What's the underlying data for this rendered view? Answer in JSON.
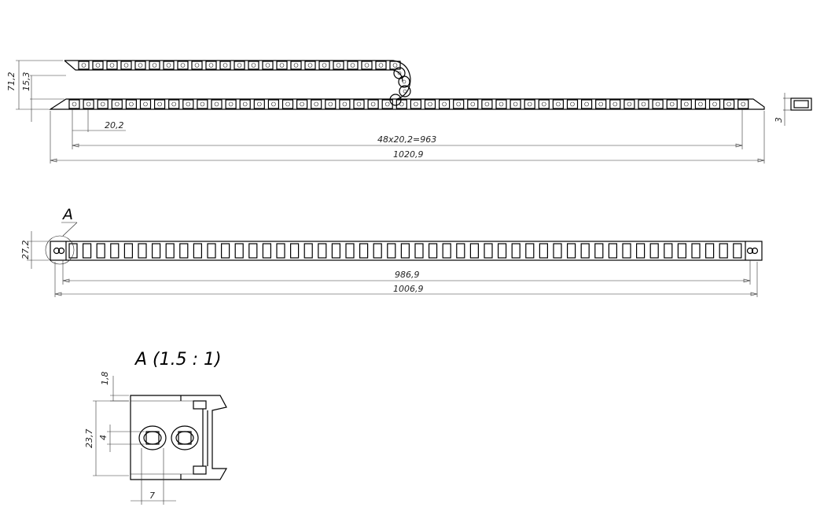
{
  "top_view": {
    "dims": {
      "height_total": "71,2",
      "height_link": "15,3",
      "pitch": "20,2",
      "pitch_total": "48x20,2=963",
      "overall_length": "1020,9",
      "thickness": "3"
    }
  },
  "side_view": {
    "detail_label": "A",
    "dims": {
      "width": "27,2",
      "inner_length": "986,9",
      "outer_length": "1006,9"
    }
  },
  "detail": {
    "title": "A  (1.5  :  1)",
    "dims": {
      "offset": "1,8",
      "height": "23,7",
      "hole": "4",
      "spacing": "7"
    }
  }
}
